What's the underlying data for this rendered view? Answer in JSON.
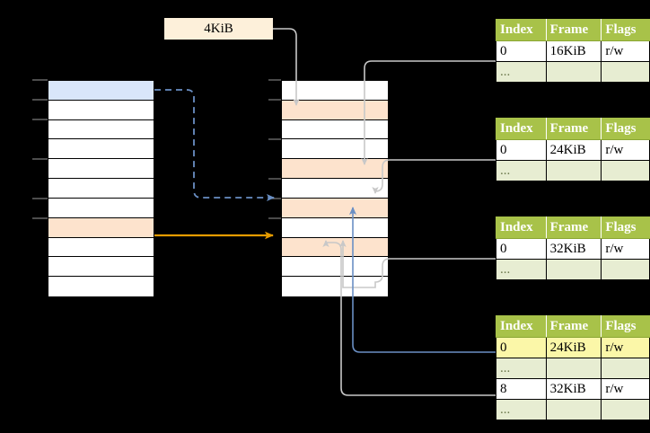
{
  "diagram": {
    "title_chip": {
      "label": "4KiB"
    },
    "colors": {
      "header_green": "#a8c249",
      "alt_row_green": "#e7edd2",
      "highlight_yellow": "#fbf7a8",
      "peach": "#fde3cd",
      "blue_row": "#d9e6fa",
      "orange_arrow": "#e59b00",
      "blue_arrow": "#6a8fc4",
      "gray_arrow": "#c8c8c8",
      "chip_bg": "#fdf0da"
    },
    "left_column": {
      "name": "virtual-address-space",
      "row_count": 11,
      "rows": [
        {
          "index": 0,
          "fill": "blue",
          "label": ""
        },
        {
          "index": 1,
          "fill": "white",
          "label": ""
        },
        {
          "index": 2,
          "fill": "white",
          "label": ""
        },
        {
          "index": 3,
          "fill": "white",
          "label": ""
        },
        {
          "index": 4,
          "fill": "white",
          "label": ""
        },
        {
          "index": 5,
          "fill": "white",
          "label": ""
        },
        {
          "index": 6,
          "fill": "white",
          "label": ""
        },
        {
          "index": 7,
          "fill": "peach",
          "label": ""
        },
        {
          "index": 8,
          "fill": "white",
          "label": ""
        },
        {
          "index": 9,
          "fill": "white",
          "label": ""
        },
        {
          "index": 10,
          "fill": "white",
          "label": ""
        }
      ]
    },
    "middle_column": {
      "name": "physical-memory",
      "row_count": 11,
      "rows": [
        {
          "index": 0,
          "fill": "white",
          "label": ""
        },
        {
          "index": 1,
          "fill": "peach",
          "label": ""
        },
        {
          "index": 2,
          "fill": "white",
          "label": ""
        },
        {
          "index": 3,
          "fill": "white",
          "label": ""
        },
        {
          "index": 4,
          "fill": "peach",
          "label": ""
        },
        {
          "index": 5,
          "fill": "white",
          "label": ""
        },
        {
          "index": 6,
          "fill": "peach",
          "label": ""
        },
        {
          "index": 7,
          "fill": "white",
          "label": ""
        },
        {
          "index": 8,
          "fill": "peach",
          "label": ""
        },
        {
          "index": 9,
          "fill": "white",
          "label": ""
        },
        {
          "index": 10,
          "fill": "white",
          "label": ""
        }
      ]
    },
    "page_tables": [
      {
        "name": "page-table-1",
        "headers": {
          "index": "Index",
          "frame": "Frame",
          "flags": "Flags"
        },
        "rows": [
          {
            "index": "0",
            "frame": "16KiB",
            "flags": "r/w",
            "style": "normal",
            "highlight": false
          },
          {
            "index": "...",
            "frame": "",
            "flags": "",
            "style": "alt",
            "highlight": false
          }
        ]
      },
      {
        "name": "page-table-2",
        "headers": {
          "index": "Index",
          "frame": "Frame",
          "flags": "Flags"
        },
        "rows": [
          {
            "index": "0",
            "frame": "24KiB",
            "flags": "r/w",
            "style": "normal",
            "highlight": false
          },
          {
            "index": "...",
            "frame": "",
            "flags": "",
            "style": "alt",
            "highlight": false
          }
        ]
      },
      {
        "name": "page-table-3",
        "headers": {
          "index": "Index",
          "frame": "Frame",
          "flags": "Flags"
        },
        "rows": [
          {
            "index": "0",
            "frame": "32KiB",
            "flags": "r/w",
            "style": "normal",
            "highlight": false
          },
          {
            "index": "...",
            "frame": "",
            "flags": "",
            "style": "alt",
            "highlight": false
          }
        ]
      },
      {
        "name": "page-table-4",
        "headers": {
          "index": "Index",
          "frame": "Frame",
          "flags": "Flags"
        },
        "rows": [
          {
            "index": "0",
            "frame": "24KiB",
            "flags": "r/w",
            "style": "normal",
            "highlight": true
          },
          {
            "index": "...",
            "frame": "",
            "flags": "",
            "style": "alt",
            "highlight": false
          },
          {
            "index": "8",
            "frame": "32KiB",
            "flags": "r/w",
            "style": "normal",
            "highlight": false
          },
          {
            "index": "...",
            "frame": "",
            "flags": "",
            "style": "alt",
            "highlight": false
          }
        ]
      }
    ]
  }
}
